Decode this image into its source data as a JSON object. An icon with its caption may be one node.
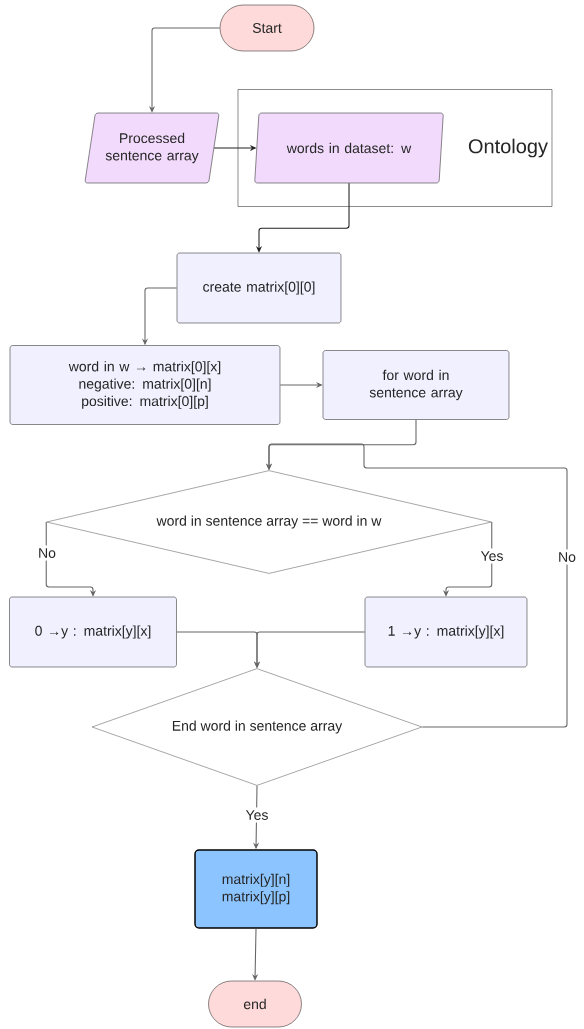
{
  "diagram": {
    "nodes": [
      {
        "text": [
          "Start"
        ]
      },
      {
        "text": [
          "Processed sentence array"
        ]
      },
      {
        "text": [
          "Ontology"
        ]
      },
      {
        "text": [
          "words in dataset: w"
        ],
        "in": 2
      },
      {
        "text": [
          "create matrix[0][0]"
        ]
      },
      {
        "text": [
          "word in w → matrix[0][x]",
          "negative: matrix[0][n]",
          "positive: matrix[0][p]"
        ]
      },
      {
        "text": [
          "for word in sentence array"
        ]
      },
      {
        "text": [
          "word in sentence array == word in w"
        ]
      },
      {
        "text": [
          "0 →y : matrix[y][x]"
        ]
      },
      {
        "text": [
          "1 →y : matrix[y][x]"
        ]
      },
      {
        "text": [
          "End word in sentence array"
        ]
      },
      {
        "text": [
          "matrix[y][n]",
          "matrix[y][p]"
        ]
      },
      {
        "text": [
          "end"
        ]
      }
    ],
    "edges": [
      {
        "from": 0,
        "to": 1,
        "arrow": "to"
      },
      {
        "from": 1,
        "to": 3,
        "arrow": "to",
        "color": "#222222"
      },
      {
        "from": 3,
        "to": 4,
        "arrow": "to",
        "color": "#222222"
      },
      {
        "from": 4,
        "to": 5,
        "arrow": "to"
      },
      {
        "from": 5,
        "to": 6,
        "arrow": "to"
      },
      {
        "from": 6,
        "to": 7,
        "arrow": "to"
      },
      {
        "from": 7,
        "to": 8,
        "arrow": "to",
        "label": "No"
      },
      {
        "from": 7,
        "to": 9,
        "arrow": "to",
        "label": "Yes"
      },
      {
        "from": 8,
        "to": 10,
        "arrow": "to"
      },
      {
        "from": 9,
        "to": 10,
        "arrow": "to"
      },
      {
        "from": 10,
        "to": 7,
        "arrow": "to",
        "label": "No"
      },
      {
        "from": 10,
        "to": 11,
        "arrow": "to",
        "label": "Yes"
      },
      {
        "from": 11,
        "to": 12,
        "arrow": "to"
      }
    ]
  }
}
